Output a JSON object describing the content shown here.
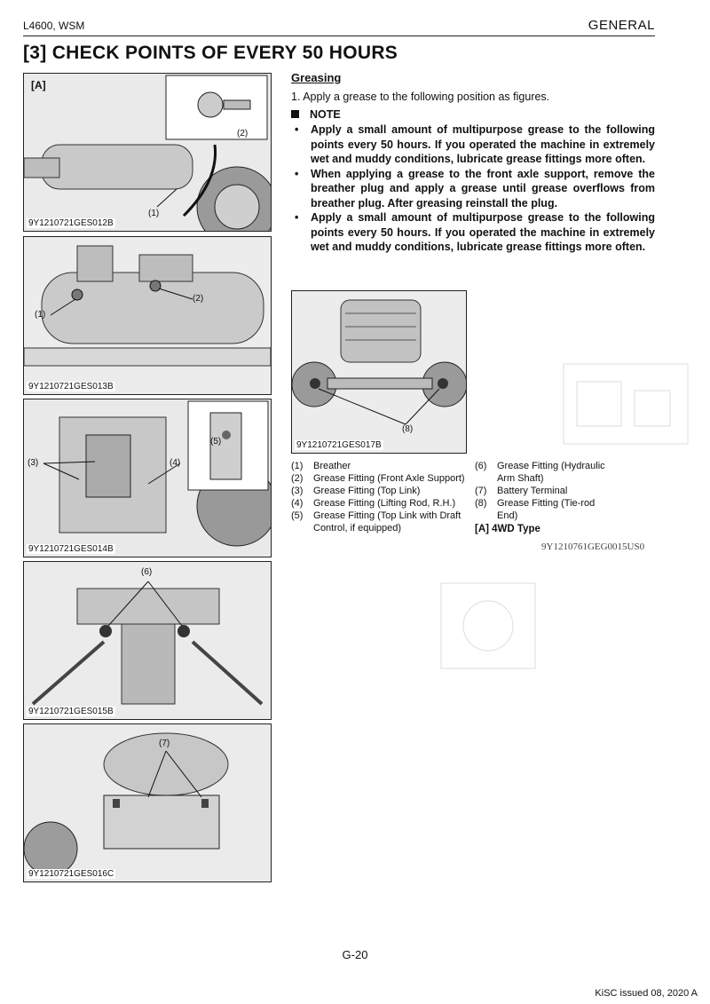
{
  "header": {
    "model": "L4600, WSM",
    "section": "GENERAL"
  },
  "title": "[3]  CHECK POINTS OF EVERY 50 HOURS",
  "figures": [
    {
      "label": "[A]",
      "code": "9Y1210721GES012B",
      "callouts": [
        "(2)",
        "(1)"
      ]
    },
    {
      "code": "9Y1210721GES013B",
      "callouts": [
        "(2)",
        "(1)"
      ]
    },
    {
      "code": "9Y1210721GES014B",
      "callouts": [
        "(3)",
        "(4)",
        "(5)"
      ]
    },
    {
      "code": "9Y1210721GES015B",
      "callouts": [
        "(6)"
      ]
    },
    {
      "code": "9Y1210721GES016C",
      "callouts": [
        "(7)"
      ]
    },
    {
      "code": "9Y1210721GES017B",
      "callouts": [
        "(8)"
      ]
    }
  ],
  "greasing": {
    "heading": "Greasing",
    "step": "1.  Apply a grease to the following position as figures.",
    "note_heading": "NOTE",
    "notes": [
      "Apply a small amount of multipurpose grease to the following points every 50 hours. If you operated the machine in extremely wet and muddy conditions, lubricate grease fittings more often.",
      "When applying a grease to the front axle support, remove the breather plug and apply a grease until grease overflows from breather plug. After greasing reinstall the plug.",
      "Apply a small amount of multipurpose grease to the following points every 50 hours. If you operated the machine in extremely wet and muddy conditions, lubricate grease fittings more often."
    ]
  },
  "legend_left": [
    {
      "n": "(1)",
      "text": "Breather"
    },
    {
      "n": "(2)",
      "text": "Grease Fitting (Front Axle Support)"
    },
    {
      "n": "(3)",
      "text": "Grease Fitting (Top Link)"
    },
    {
      "n": "(4)",
      "text": "Grease Fitting (Lifting Rod, R.H.)"
    },
    {
      "n": "(5)",
      "text": "Grease Fitting (Top Link with Draft Control, if equipped)"
    }
  ],
  "legend_right": [
    {
      "n": "(6)",
      "text": "Grease Fitting (Hydraulic Arm Shaft)"
    },
    {
      "n": "(7)",
      "text": "Battery Terminal"
    },
    {
      "n": "(8)",
      "text": "Grease Fitting (Tie-rod End)"
    }
  ],
  "type_label": "[A]  4WD Type",
  "doc_code": "9Y1210761GEG0015US0",
  "page_number": "G-20",
  "footer": "KiSC issued 08, 2020 A"
}
